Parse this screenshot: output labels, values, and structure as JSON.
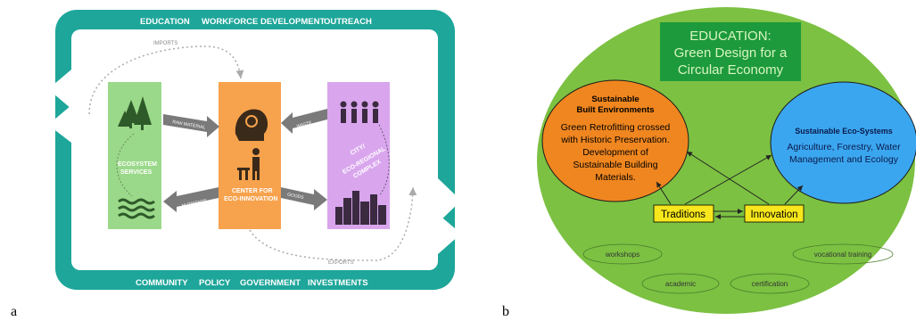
{
  "panel_a": {
    "top_labels": [
      "EDUCATION",
      "WORKFORCE DEVELOPMENT",
      "OUTREACH"
    ],
    "bottom_labels": [
      "COMMUNITY",
      "POLICY",
      "GOVERNMENT",
      "INVESTMENTS"
    ],
    "imports_label": "IMPORTS",
    "exports_label": "EXPORTS",
    "ecosystem_label_line1": "ECOSYSTEM",
    "ecosystem_label_line2": "SERVICES",
    "center_label_line1": "CENTER FOR",
    "center_label_line2": "ECO-INNOVATION",
    "city_label_line1": "CITY/",
    "city_label_line2": "ECO-REGIONAL",
    "city_label_line3": "COMPLEX",
    "arrow_raw_material": "RAW MATERIAL",
    "arrow_waste": "WASTE",
    "arrow_nutrients": "NUTRIENTS",
    "arrow_goods": "GOODS",
    "caption": "a",
    "colors": {
      "frame": "#1ea69a",
      "green": "#9bd98a",
      "orange": "#f7a24d",
      "purple": "#d9a6ee"
    }
  },
  "panel_b": {
    "title_line1": "EDUCATION:",
    "title_line2": "Green Design for a",
    "title_line3": "Circular Economy",
    "built_heading_line1": "Sustainable",
    "built_heading_line2": "Built Environments",
    "built_body": [
      "Green Retrofitting crossed",
      "with Historic Preservation.",
      "Development of",
      "Sustainable Building",
      "Materials."
    ],
    "eco_heading": "Sustainable Eco-Systems",
    "eco_body": [
      "Agriculture, Forestry, Water",
      "Management and Ecology"
    ],
    "traditions": "Traditions",
    "innovation": "Innovation",
    "pills": [
      "workshops",
      "academic",
      "certification",
      "vocational training"
    ],
    "caption": "b",
    "colors": {
      "outer": "#7cc142",
      "title_box": "#1d9a3c",
      "orange": "#f0861f",
      "blue": "#3ba6f0",
      "yellow": "#f8e71c"
    }
  }
}
